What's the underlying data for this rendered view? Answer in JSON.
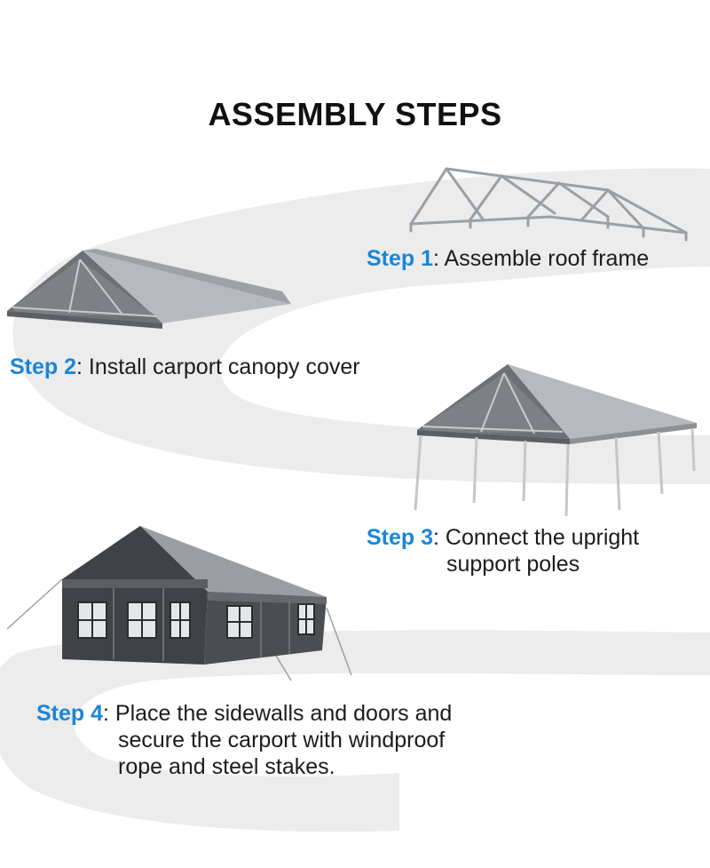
{
  "title": "ASSEMBLY STEPS",
  "colors": {
    "accent": "#1a86d8",
    "path": "#ececec",
    "text": "#1c1c1c",
    "canopy": "#8a8d91",
    "frame": "#9aa0a6"
  },
  "steps": [
    {
      "label": "Step 1",
      "lines": [
        ": Assemble roof frame"
      ]
    },
    {
      "label": "Step 2",
      "lines": [
        ": Install carport canopy cover"
      ]
    },
    {
      "label": "Step 3",
      "lines": [
        ": Connect the upright",
        "support poles"
      ]
    },
    {
      "label": "Step 4",
      "lines": [
        ": Place the sidewalls and doors and",
        "secure the carport with windproof",
        "rope and steel stakes."
      ]
    }
  ]
}
